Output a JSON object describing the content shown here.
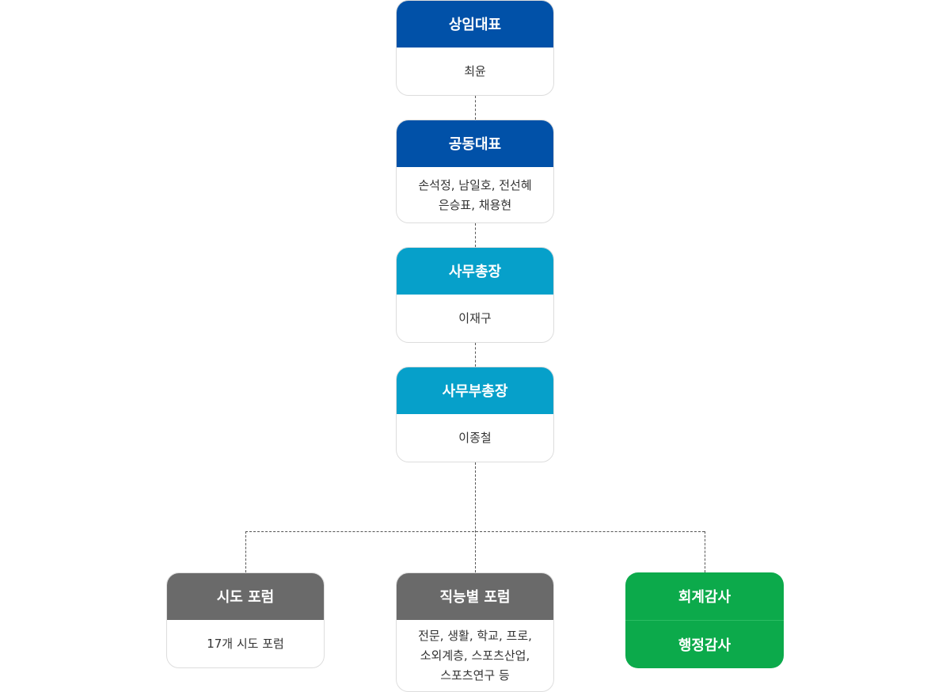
{
  "org": {
    "ceo": {
      "title": "상임대표",
      "names": [
        "최윤"
      ]
    },
    "co_ceo": {
      "title": "공동대표",
      "names": [
        "손석정, 남일호, 전선혜",
        "은승표, 채용현"
      ]
    },
    "secretary_general": {
      "title": "사무총장",
      "names": [
        "이재구"
      ]
    },
    "deputy_secretary_general": {
      "title": "사무부총장",
      "names": [
        "이종철"
      ]
    },
    "regional_forum": {
      "title": "시도 포럼",
      "names": [
        "17개 시도 포럼"
      ]
    },
    "job_forum": {
      "title": "직능별 포럼",
      "names": [
        "전문, 생활, 학교, 프로,",
        "소외계층, 스포츠산업,",
        "스포츠연구 등"
      ]
    },
    "audit": {
      "top": "회계감사",
      "bottom": "행정감사"
    }
  },
  "colors": {
    "dark_blue": "#0151a8",
    "light_blue": "#06a0ca",
    "gray": "#6a6a6a",
    "green": "#0caa4b"
  }
}
